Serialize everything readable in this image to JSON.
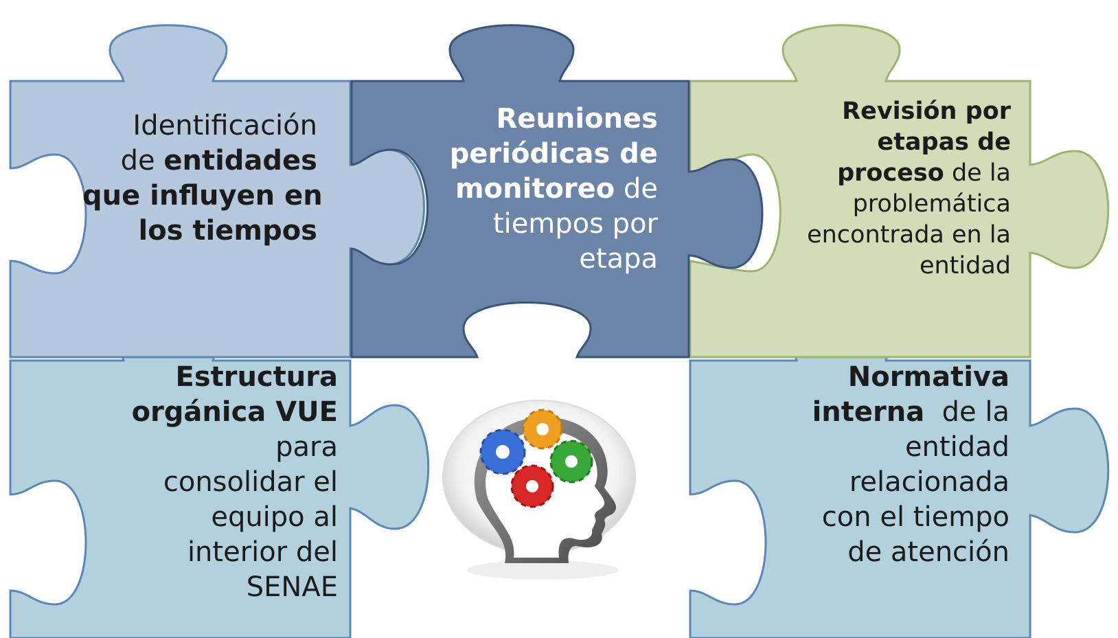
{
  "colors": {
    "piece_top_left": "#b6c8dc",
    "piece_top_middle": "#6b84a8",
    "piece_top_right": "#d3dcb8",
    "piece_bottom": "#b3d1dc",
    "outline_blue": "#5a86b8",
    "outline_dark": "#3a5478",
    "outline_green": "#9cb56e"
  },
  "pieces": [
    {
      "id": "identificacion",
      "icon": "puzzle-piece-icon",
      "lines": [
        [
          {
            "t": "Identificación",
            "b": false
          }
        ],
        [
          {
            "t": "de ",
            "b": false
          },
          {
            "t": "entidades",
            "b": true
          }
        ],
        [
          {
            "t": "que influyen en",
            "b": true
          }
        ],
        [
          {
            "t": "los tiempos",
            "b": true
          }
        ]
      ]
    },
    {
      "id": "reuniones",
      "icon": "puzzle-piece-icon",
      "lines": [
        [
          {
            "t": "Reuniones",
            "b": true
          }
        ],
        [
          {
            "t": "periódicas de",
            "b": true
          }
        ],
        [
          {
            "t": "monitoreo",
            "b": true
          },
          {
            "t": " de",
            "b": false
          }
        ],
        [
          {
            "t": "tiempos por",
            "b": false
          }
        ],
        [
          {
            "t": "etapa",
            "b": false
          }
        ]
      ]
    },
    {
      "id": "revision",
      "icon": "puzzle-piece-icon",
      "lines": [
        [
          {
            "t": "Revisión por",
            "b": true
          }
        ],
        [
          {
            "t": "etapas de",
            "b": true
          }
        ],
        [
          {
            "t": "proceso",
            "b": true
          },
          {
            "t": " de la",
            "b": false
          }
        ],
        [
          {
            "t": "problemática",
            "b": false
          }
        ],
        [
          {
            "t": "encontrada en la",
            "b": false
          }
        ],
        [
          {
            "t": "entidad",
            "b": false
          }
        ]
      ]
    },
    {
      "id": "estructura",
      "icon": "puzzle-piece-icon",
      "lines": [
        [
          {
            "t": "Estructura",
            "b": true
          }
        ],
        [
          {
            "t": "orgánica VUE",
            "b": true
          }
        ],
        [
          {
            "t": "para",
            "b": false
          }
        ],
        [
          {
            "t": "consolidar el",
            "b": false
          }
        ],
        [
          {
            "t": "equipo al",
            "b": false
          }
        ],
        [
          {
            "t": "interior del",
            "b": false
          }
        ],
        [
          {
            "t": "SENAE",
            "b": false
          }
        ]
      ]
    },
    {
      "id": "normativa",
      "icon": "puzzle-piece-icon",
      "lines": [
        [
          {
            "t": "Normativa",
            "b": true
          }
        ],
        [
          {
            "t": "interna",
            "b": true
          },
          {
            "t": "  de la",
            "b": false
          }
        ],
        [
          {
            "t": "entidad",
            "b": false
          }
        ],
        [
          {
            "t": "relacionada",
            "b": false
          }
        ],
        [
          {
            "t": "con el tiempo",
            "b": false
          }
        ],
        [
          {
            "t": "de atención",
            "b": false
          }
        ]
      ]
    }
  ],
  "center_icon": "head-gears-icon",
  "gear_colors": [
    "#3a6fd8",
    "#f0a020",
    "#38a838",
    "#d82828"
  ]
}
